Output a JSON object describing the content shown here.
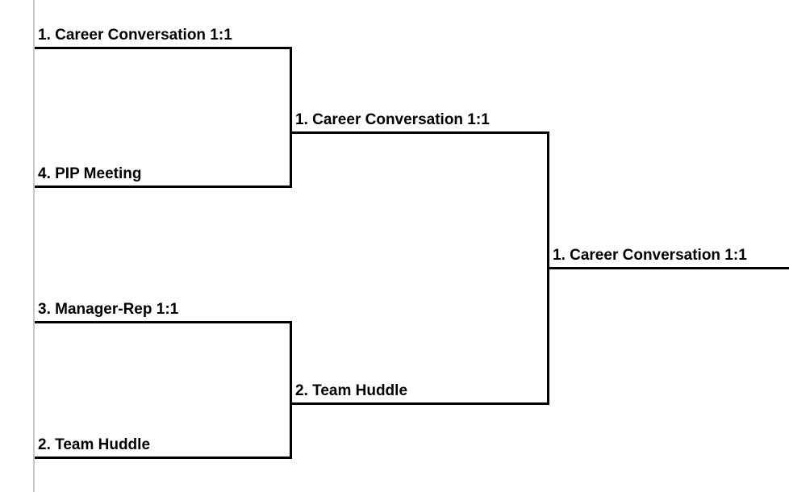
{
  "bracket": {
    "round1": [
      {
        "label": "1. Career Conversation 1:1"
      },
      {
        "label": "4. PIP Meeting"
      },
      {
        "label": "3. Manager-Rep 1:1"
      },
      {
        "label": "2. Team Huddle"
      }
    ],
    "round2": [
      {
        "label": "1. Career Conversation 1:1"
      },
      {
        "label": "2. Team Huddle"
      }
    ],
    "final": {
      "label": "1. Career Conversation 1:1"
    }
  }
}
